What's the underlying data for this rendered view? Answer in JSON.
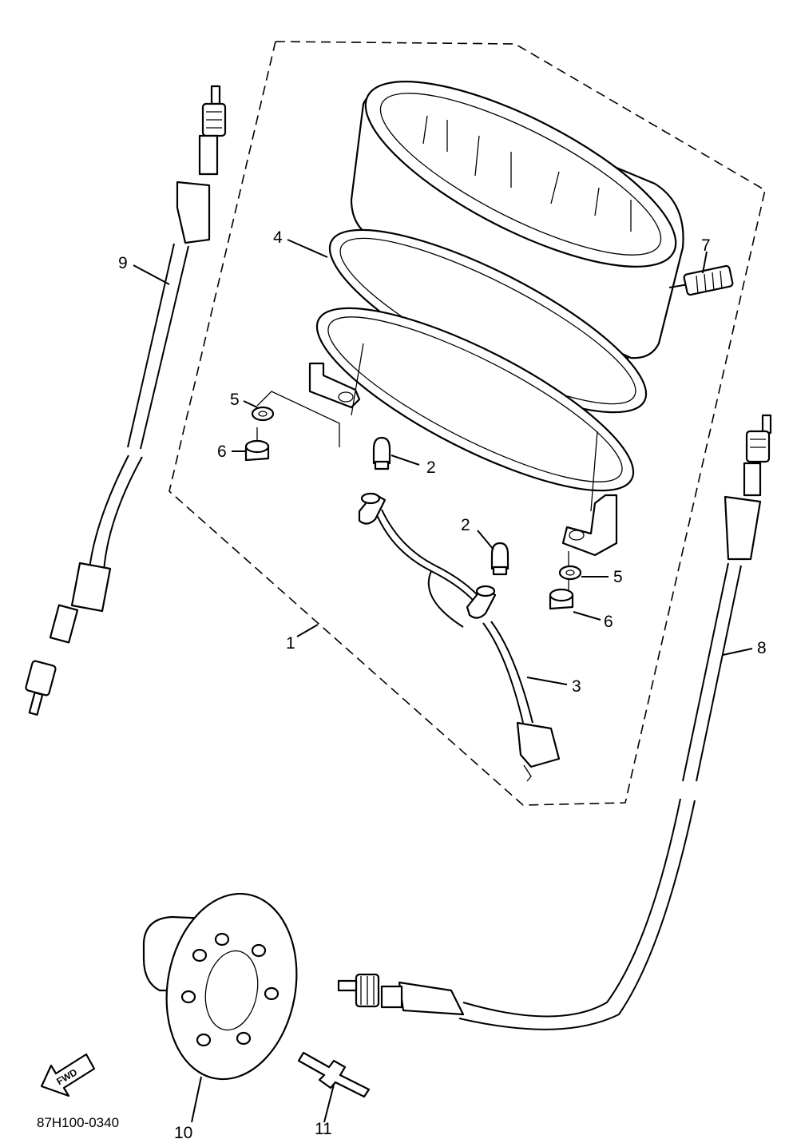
{
  "diagram": {
    "callouts": [
      {
        "id": "1",
        "text": "1"
      },
      {
        "id": "2a",
        "text": "2"
      },
      {
        "id": "2b",
        "text": "2"
      },
      {
        "id": "3",
        "text": "3"
      },
      {
        "id": "4",
        "text": "4"
      },
      {
        "id": "5a",
        "text": "5"
      },
      {
        "id": "5b",
        "text": "5"
      },
      {
        "id": "6a",
        "text": "6"
      },
      {
        "id": "6b",
        "text": "6"
      },
      {
        "id": "7",
        "text": "7"
      },
      {
        "id": "8",
        "text": "8"
      },
      {
        "id": "9",
        "text": "9"
      },
      {
        "id": "10",
        "text": "10"
      },
      {
        "id": "11",
        "text": "11"
      }
    ],
    "fwd_arrow": {
      "text": "FWD"
    },
    "drawing_code": "87H100-0340"
  }
}
